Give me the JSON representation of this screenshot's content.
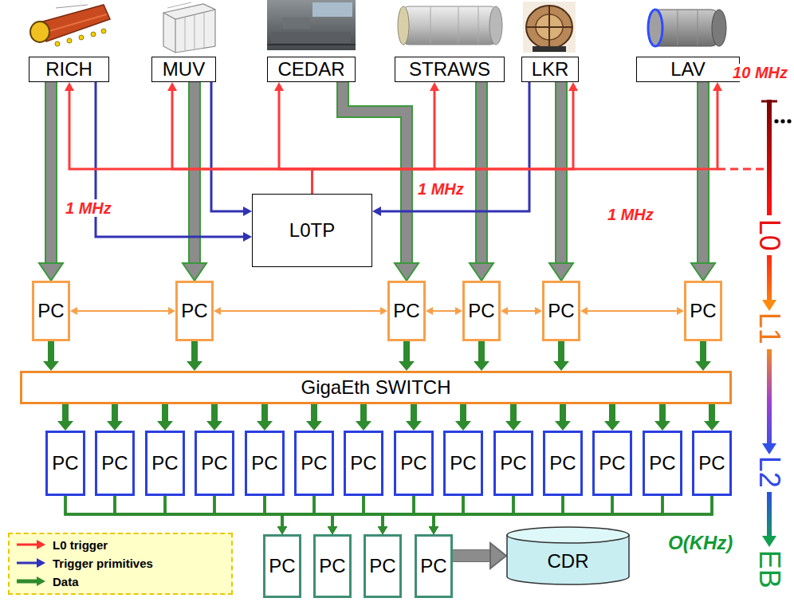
{
  "diagram": {
    "nodes": [
      {
        "text": [
          "RICH"
        ]
      },
      {
        "text": [
          "MUV"
        ]
      },
      {
        "text": [
          "CEDAR"
        ]
      },
      {
        "text": [
          "STRAWS"
        ]
      },
      {
        "text": [
          "LKR"
        ]
      },
      {
        "text": [
          "LAV"
        ]
      },
      {
        "text": [
          "L0TP"
        ]
      },
      {
        "text": [
          "PC"
        ]
      },
      {
        "text": [
          "PC"
        ]
      },
      {
        "text": [
          "PC"
        ]
      },
      {
        "text": [
          "PC"
        ]
      },
      {
        "text": [
          "PC"
        ]
      },
      {
        "text": [
          "PC"
        ]
      },
      {
        "text": [
          "GigaEth SWITCH"
        ]
      },
      {
        "text": [
          "PC"
        ]
      },
      {
        "text": [
          "PC"
        ]
      },
      {
        "text": [
          "PC"
        ]
      },
      {
        "text": [
          "PC"
        ]
      },
      {
        "text": [
          "PC"
        ]
      },
      {
        "text": [
          "PC"
        ]
      },
      {
        "text": [
          "PC"
        ]
      },
      {
        "text": [
          "PC"
        ]
      },
      {
        "text": [
          "PC"
        ]
      },
      {
        "text": [
          "PC"
        ]
      },
      {
        "text": [
          "PC"
        ]
      },
      {
        "text": [
          "PC"
        ]
      },
      {
        "text": [
          "PC"
        ]
      },
      {
        "text": [
          "PC"
        ]
      },
      {
        "text": [
          "PC"
        ]
      },
      {
        "text": [
          "PC"
        ]
      },
      {
        "text": [
          "PC"
        ]
      },
      {
        "text": [
          "PC"
        ]
      },
      {
        "text": [
          "CDR"
        ]
      }
    ],
    "edges": [
      {
        "from": 0,
        "to": 7,
        "arrow": "to"
      },
      {
        "from": 1,
        "to": 8,
        "arrow": "to"
      },
      {
        "from": 2,
        "to": 9,
        "arrow": "to"
      },
      {
        "from": 3,
        "to": 10,
        "arrow": "to"
      },
      {
        "from": 4,
        "to": 11,
        "arrow": "to"
      },
      {
        "from": 5,
        "to": 12,
        "arrow": "to"
      },
      {
        "from": 0,
        "to": 6,
        "arrow": "to"
      },
      {
        "from": 1,
        "to": 6,
        "arrow": "to"
      },
      {
        "from": 4,
        "to": 6,
        "arrow": "to"
      },
      {
        "from": 6,
        "to": 0,
        "arrow": "to"
      },
      {
        "from": 6,
        "to": 1,
        "arrow": "to"
      },
      {
        "from": 6,
        "to": 2,
        "arrow": "to"
      },
      {
        "from": 6,
        "to": 3,
        "arrow": "to"
      },
      {
        "from": 6,
        "to": 4,
        "arrow": "to"
      },
      {
        "from": 6,
        "to": 5,
        "arrow": "to"
      },
      {
        "from": 7,
        "to": 8,
        "arrow": "both"
      },
      {
        "from": 8,
        "to": 9,
        "arrow": "both"
      },
      {
        "from": 9,
        "to": 10,
        "arrow": "both"
      },
      {
        "from": 10,
        "to": 11,
        "arrow": "both"
      },
      {
        "from": 11,
        "to": 12,
        "arrow": "both"
      },
      {
        "from": 7,
        "to": 13,
        "arrow": "to"
      },
      {
        "from": 8,
        "to": 13,
        "arrow": "to"
      },
      {
        "from": 9,
        "to": 13,
        "arrow": "to"
      },
      {
        "from": 10,
        "to": 13,
        "arrow": "to"
      },
      {
        "from": 11,
        "to": 13,
        "arrow": "to"
      },
      {
        "from": 12,
        "to": 13,
        "arrow": "to"
      },
      {
        "from": 13,
        "to": 14,
        "arrow": "to"
      },
      {
        "from": 13,
        "to": 15,
        "arrow": "to"
      },
      {
        "from": 13,
        "to": 16,
        "arrow": "to"
      },
      {
        "from": 13,
        "to": 17,
        "arrow": "to"
      },
      {
        "from": 13,
        "to": 18,
        "arrow": "to"
      },
      {
        "from": 13,
        "to": 19,
        "arrow": "to"
      },
      {
        "from": 13,
        "to": 20,
        "arrow": "to"
      },
      {
        "from": 13,
        "to": 21,
        "arrow": "to"
      },
      {
        "from": 13,
        "to": 22,
        "arrow": "to"
      },
      {
        "from": 13,
        "to": 23,
        "arrow": "to"
      },
      {
        "from": 13,
        "to": 24,
        "arrow": "to"
      },
      {
        "from": 13,
        "to": 25,
        "arrow": "to"
      },
      {
        "from": 13,
        "to": 26,
        "arrow": "to"
      },
      {
        "from": 13,
        "to": 27,
        "arrow": "to"
      },
      {
        "from": 14,
        "to": 28,
        "arrow": "to"
      },
      {
        "from": 14,
        "to": 29,
        "arrow": "to"
      },
      {
        "from": 14,
        "to": 30,
        "arrow": "to"
      },
      {
        "from": 14,
        "to": 31,
        "arrow": "to"
      },
      {
        "from": 15,
        "to": 28,
        "arrow": "to"
      },
      {
        "from": 15,
        "to": 29,
        "arrow": "to"
      },
      {
        "from": 15,
        "to": 30,
        "arrow": "to"
      },
      {
        "from": 15,
        "to": 31,
        "arrow": "to"
      },
      {
        "from": 16,
        "to": 28,
        "arrow": "to"
      },
      {
        "from": 16,
        "to": 29,
        "arrow": "to"
      },
      {
        "from": 16,
        "to": 30,
        "arrow": "to"
      },
      {
        "from": 16,
        "to": 31,
        "arrow": "to"
      },
      {
        "from": 17,
        "to": 28,
        "arrow": "to"
      },
      {
        "from": 17,
        "to": 29,
        "arrow": "to"
      },
      {
        "from": 17,
        "to": 30,
        "arrow": "to"
      },
      {
        "from": 17,
        "to": 31,
        "arrow": "to"
      },
      {
        "from": 18,
        "to": 28,
        "arrow": "to"
      },
      {
        "from": 18,
        "to": 29,
        "arrow": "to"
      },
      {
        "from": 18,
        "to": 30,
        "arrow": "to"
      },
      {
        "from": 18,
        "to": 31,
        "arrow": "to"
      },
      {
        "from": 19,
        "to": 28,
        "arrow": "to"
      },
      {
        "from": 19,
        "to": 29,
        "arrow": "to"
      },
      {
        "from": 19,
        "to": 30,
        "arrow": "to"
      },
      {
        "from": 19,
        "to": 31,
        "arrow": "to"
      },
      {
        "from": 20,
        "to": 28,
        "arrow": "to"
      },
      {
        "from": 20,
        "to": 29,
        "arrow": "to"
      },
      {
        "from": 20,
        "to": 30,
        "arrow": "to"
      },
      {
        "from": 20,
        "to": 31,
        "arrow": "to"
      },
      {
        "from": 21,
        "to": 28,
        "arrow": "to"
      },
      {
        "from": 21,
        "to": 29,
        "arrow": "to"
      },
      {
        "from": 21,
        "to": 30,
        "arrow": "to"
      },
      {
        "from": 21,
        "to": 31,
        "arrow": "to"
      },
      {
        "from": 22,
        "to": 28,
        "arrow": "to"
      },
      {
        "from": 22,
        "to": 29,
        "arrow": "to"
      },
      {
        "from": 22,
        "to": 30,
        "arrow": "to"
      },
      {
        "from": 22,
        "to": 31,
        "arrow": "to"
      },
      {
        "from": 23,
        "to": 28,
        "arrow": "to"
      },
      {
        "from": 23,
        "to": 29,
        "arrow": "to"
      },
      {
        "from": 23,
        "to": 30,
        "arrow": "to"
      },
      {
        "from": 23,
        "to": 31,
        "arrow": "to"
      },
      {
        "from": 24,
        "to": 28,
        "arrow": "to"
      },
      {
        "from": 24,
        "to": 29,
        "arrow": "to"
      },
      {
        "from": 24,
        "to": 30,
        "arrow": "to"
      },
      {
        "from": 24,
        "to": 31,
        "arrow": "to"
      },
      {
        "from": 25,
        "to": 28,
        "arrow": "to"
      },
      {
        "from": 25,
        "to": 29,
        "arrow": "to"
      },
      {
        "from": 25,
        "to": 30,
        "arrow": "to"
      },
      {
        "from": 25,
        "to": 31,
        "arrow": "to"
      },
      {
        "from": 26,
        "to": 28,
        "arrow": "to"
      },
      {
        "from": 26,
        "to": 29,
        "arrow": "to"
      },
      {
        "from": 26,
        "to": 30,
        "arrow": "to"
      },
      {
        "from": 26,
        "to": 31,
        "arrow": "to"
      },
      {
        "from": 27,
        "to": 28,
        "arrow": "to"
      },
      {
        "from": 27,
        "to": 29,
        "arrow": "to"
      },
      {
        "from": 27,
        "to": 30,
        "arrow": "to"
      },
      {
        "from": 27,
        "to": 31,
        "arrow": "to"
      },
      {
        "from": 31,
        "to": 32,
        "arrow": "to"
      }
    ],
    "labels": [
      "10 MHz",
      "1 MHz",
      "1 MHz",
      "1 MHz",
      "L0",
      "L1",
      "L2",
      "EB",
      "O(KHz)"
    ],
    "legend": [
      {
        "text": "L0 trigger"
      },
      {
        "text": "Trigger primitives"
      },
      {
        "text": "Data"
      }
    ]
  }
}
